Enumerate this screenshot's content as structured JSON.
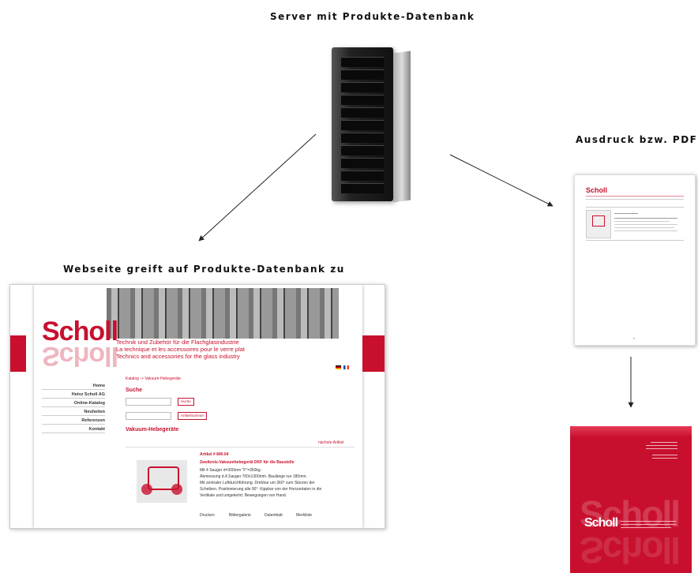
{
  "captions": {
    "server": "Server mit Produkte-Datenbank",
    "print": "Ausdruck bzw. PDF",
    "website": "Webseite greift auf Produkte-Datenbank zu"
  },
  "colors": {
    "brand": "#c8102e",
    "arrow": "#222222"
  },
  "icons": [
    "server-tower-icon",
    "arrow-icon",
    "flag-de-icon",
    "flag-fr-icon"
  ],
  "website": {
    "logo": "Scholl",
    "tagline": [
      "Technik und Zubehör für die Flachglasindustrie",
      "La technique et les accessoires pour le verre plat",
      "Technics and accessories for the glass industry"
    ],
    "nav": [
      "Home",
      "Heinz Scholl AG",
      "Online-Katalog",
      "Neuheiten",
      "Referenzen",
      "Kontakt"
    ],
    "breadcrumb": "Katalog -> Vakuum-Hebegeräte",
    "search_heading": "Suche",
    "search_button": "Suche",
    "article_button": "Artikelnummer",
    "section_heading": "Vakuum-Hebegeräte",
    "next_link": "nächste Artikel",
    "article_no": "Artikel # 840.04",
    "product_title": "Zweikreis-Vakuumhebegerät DKF für die Baustelle",
    "desc": [
      "Mit 4 Sauger d=300mm \"F\"=350kg.",
      "Abmessung d.4.Sauger 700x1300mm. Baulänge nur 180mm.",
      "Mit zentraler Luftdurchführung. Drehbar um 360° zum Stürzen der",
      "Scheiben. Positionierung alle 90°. Kippbar von der Horizontalen in die",
      "Vertikale und umgekehrt. Bewegungen von Hand."
    ],
    "actions": [
      "Drucken",
      "Bildergalerie",
      "Datenblatt",
      "Merkliste"
    ]
  },
  "pdf": {
    "logo": "Scholl",
    "page": "1"
  },
  "brochure": {
    "logo": "Scholl",
    "big_logo": "Scholl"
  }
}
